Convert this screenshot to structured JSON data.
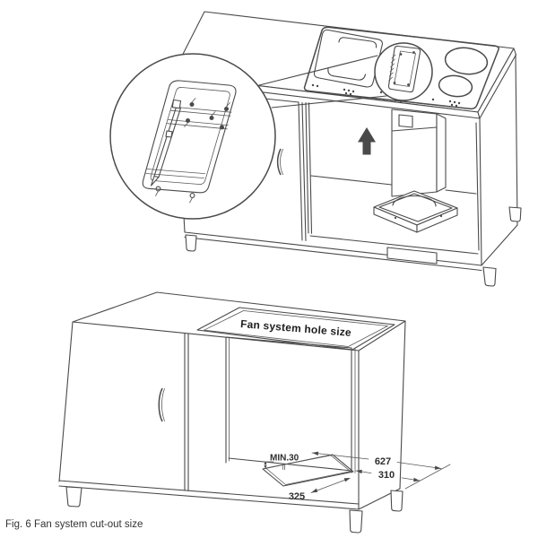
{
  "figure": {
    "caption": "Fig. 6 Fan system cut-out size",
    "colors": {
      "line": "#4a4a4a",
      "text": "#2e2e2e",
      "arrow_fill": "#4a4a4a",
      "background": "#ffffff"
    },
    "installation_view": {
      "description": "fan module inserted upward into base cabinet below cooktop",
      "arrow_icon": "up-arrow",
      "magnifier_icon": "magnifier-detail-circle"
    },
    "cutout_view": {
      "hole_label": "Fan system hole size",
      "dimensions": {
        "rear_clearance": "MIN.30",
        "width": "627",
        "depth": "310",
        "front_width": "325"
      }
    }
  }
}
